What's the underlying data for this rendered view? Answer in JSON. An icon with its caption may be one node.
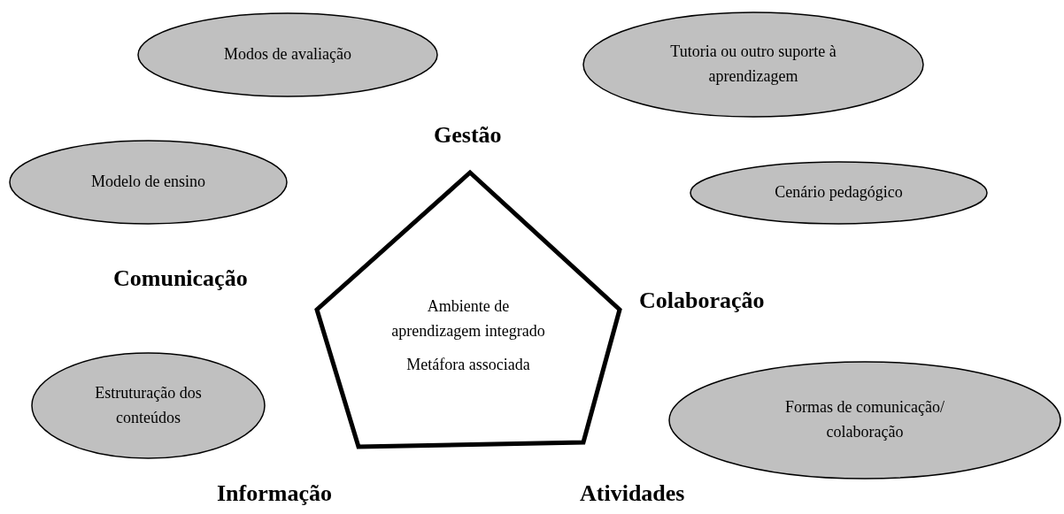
{
  "diagram": {
    "nodes": [
      {
        "text": [
          "Modos de avaliação"
        ]
      },
      {
        "text": [
          "Tutoria ou outro suporte à aprendizagem"
        ]
      },
      {
        "text": [
          "Modelo de ensino"
        ]
      },
      {
        "text": [
          "Cenário pedagógico"
        ]
      },
      {
        "text": [
          "Ambiente de aprendizagem integrado",
          "Metáfora associada"
        ]
      },
      {
        "text": [
          "Estruturação dos conteúdos"
        ]
      },
      {
        "text": [
          "Formas de comunicação/ colaboração"
        ]
      }
    ],
    "labels": [
      "Gestão",
      "Comunicação",
      "Colaboração",
      "Informação",
      "Atividades"
    ]
  }
}
